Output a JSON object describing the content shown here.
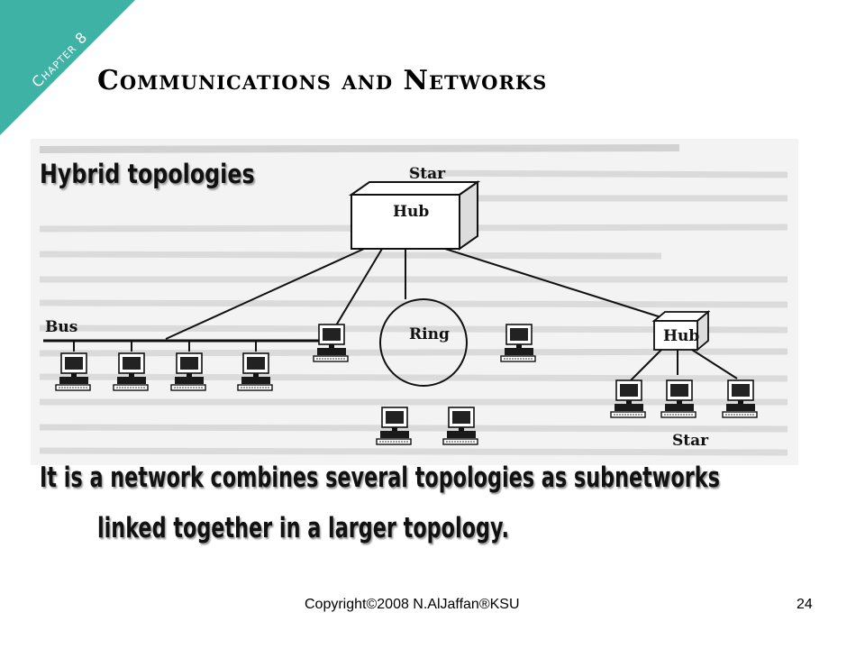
{
  "chapter_tab": {
    "label": "Chapter 8",
    "color": "#3fb2a6"
  },
  "slide": {
    "title": "Communications and Networks"
  },
  "diagram": {
    "labels": {
      "star_top": "Star",
      "hub_top": "Hub",
      "bus": "Bus",
      "ring": "Ring",
      "hub_right": "Hub",
      "star_bottom": "Star"
    }
  },
  "content": {
    "heading": "Hybrid topologies",
    "line1": "It is a network combines several topologies as subnetworks",
    "line2": "linked together in a larger topology."
  },
  "footer": {
    "copyright": "Copyright©2008 N.AlJaffan®KSU",
    "page_number": "24"
  }
}
